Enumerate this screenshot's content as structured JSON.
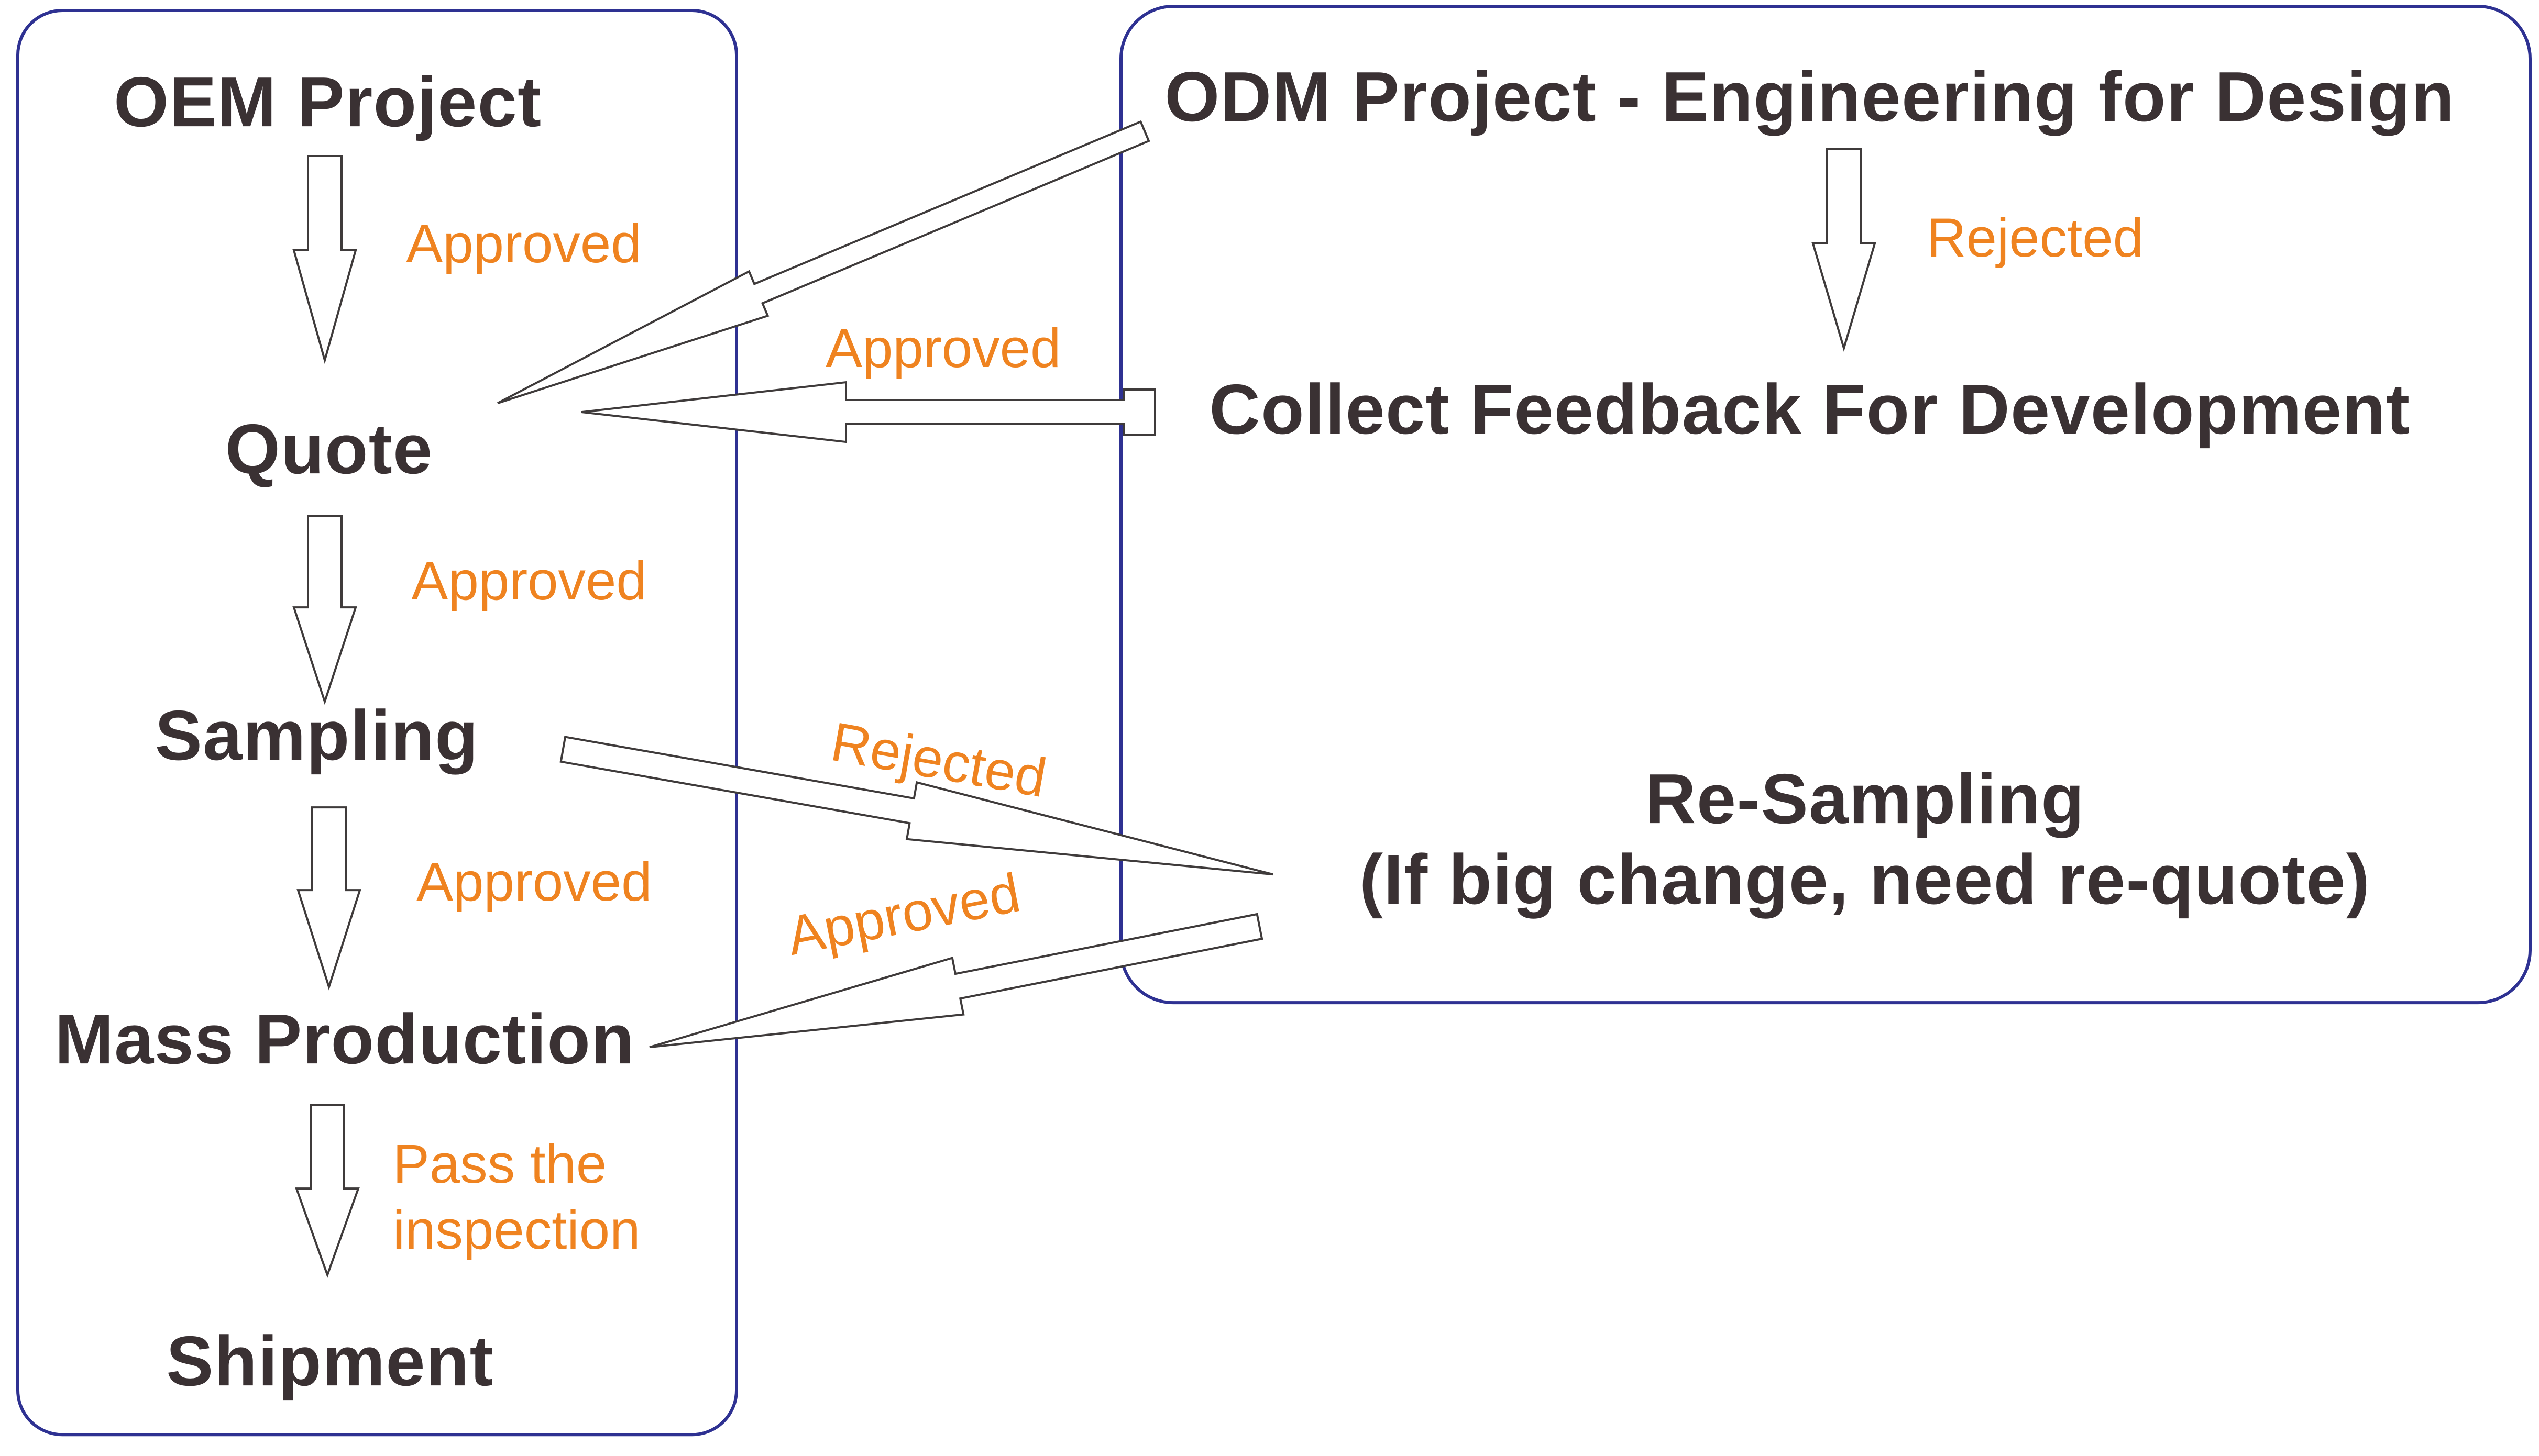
{
  "colors": {
    "accent_orange": "#EF8320",
    "box_border_blue": "#2E3192",
    "text_dark": "#3A3133",
    "arrow_outline": "#3F3B3B"
  },
  "oem_box": {
    "oem_project": "OEM Project",
    "approved_to_quote": "Approved",
    "quote": "Quote",
    "approved_to_sampling": "Approved",
    "sampling": "Sampling",
    "approved_to_mass_production": "Approved",
    "mass_production": "Mass Production",
    "pass_inspection_line1": "Pass the",
    "pass_inspection_line2": "inspection",
    "shipment": "Shipment"
  },
  "odm_box": {
    "title": "ODM Project - Engineering for Design",
    "rejected_to_feedback": "Rejected",
    "collect_feedback": "Collect Feedback For Development",
    "resampling_title": "Re-Sampling",
    "resampling_note": "(If big change, need re-quote)"
  },
  "cross_links": {
    "approved_feedback_to_quote": "Approved",
    "rejected_sampling_to_resampling": "Rejected",
    "approved_resampling_to_mass_production": "Approved"
  }
}
